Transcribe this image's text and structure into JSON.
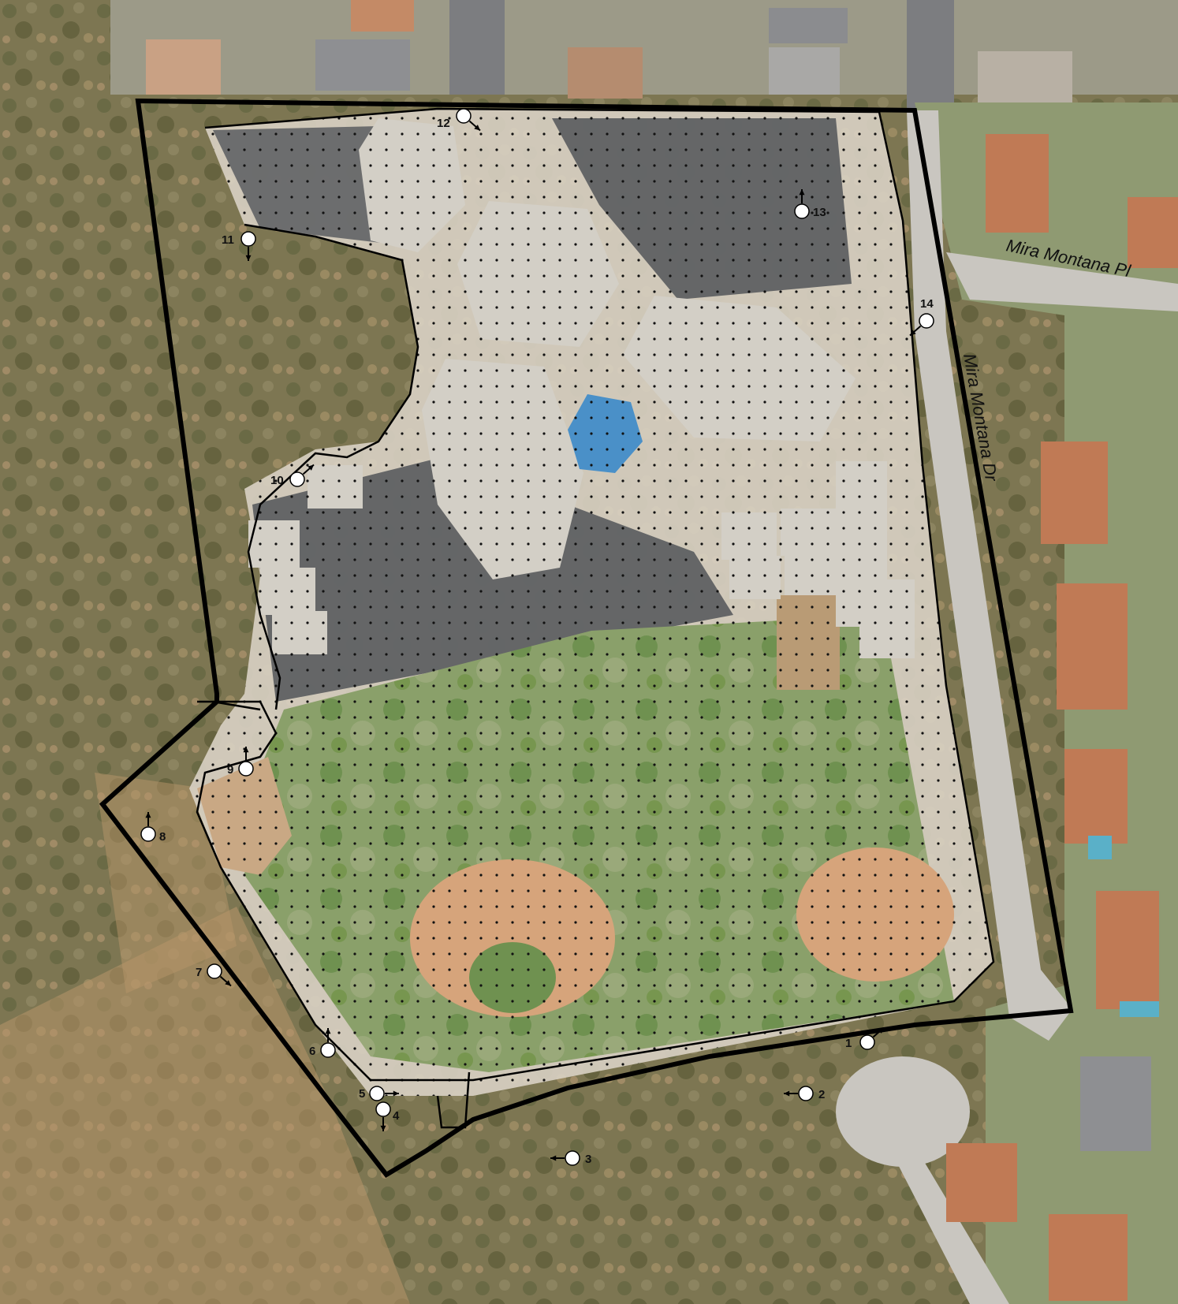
{
  "map": {
    "colors": {
      "brush": "#7d7652",
      "dry_ground": "#b8956a",
      "campus_fill": "#d9d2c4",
      "asphalt": "#55575a",
      "grass": "#7f9a5e",
      "infield": "#d6a47b",
      "roof": "#d3cfc6",
      "roof_blue": "#4a90c8",
      "road": "#c9c6c0",
      "tile_roof": "#c07a55",
      "boundary": "#000000"
    },
    "roads": [
      {
        "id": "mira-montana-pl",
        "label": "Mira Montana Pl"
      },
      {
        "id": "mira-montana-dr",
        "label": "Mira Montana Dr"
      }
    ],
    "viewpoints": [
      {
        "id": "1",
        "label": "1",
        "direction": "northeast"
      },
      {
        "id": "2",
        "label": "2",
        "direction": "west"
      },
      {
        "id": "3",
        "label": "3",
        "direction": "west"
      },
      {
        "id": "4",
        "label": "4",
        "direction": "south"
      },
      {
        "id": "5",
        "label": "5",
        "direction": "east"
      },
      {
        "id": "6",
        "label": "6",
        "direction": "north"
      },
      {
        "id": "7",
        "label": "7",
        "direction": "southeast"
      },
      {
        "id": "8",
        "label": "8",
        "direction": "north"
      },
      {
        "id": "9",
        "label": "9",
        "direction": "north"
      },
      {
        "id": "10",
        "label": "10",
        "direction": "northeast"
      },
      {
        "id": "11",
        "label": "11",
        "direction": "south"
      },
      {
        "id": "12",
        "label": "12",
        "direction": "southeast"
      },
      {
        "id": "13",
        "label": "13",
        "direction": "north"
      },
      {
        "id": "14",
        "label": "14",
        "direction": "southwest"
      }
    ]
  }
}
